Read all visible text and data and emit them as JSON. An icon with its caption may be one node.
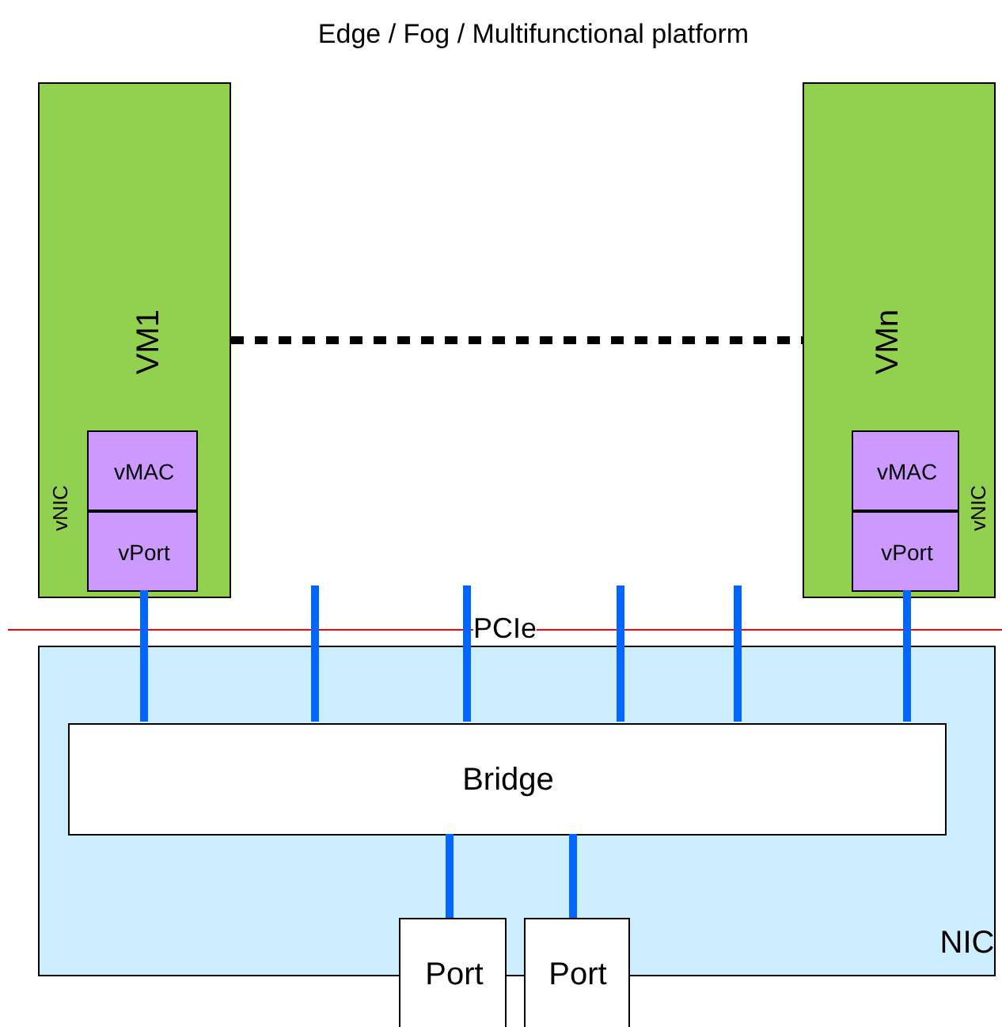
{
  "diagram": {
    "title": "Edge / Fog / Multifunctional platform",
    "nodes": [
      {
        "text": [
          "VM1",
          "vNIC"
        ]
      },
      {
        "text": [
          "vMAC"
        ],
        "in": 0
      },
      {
        "text": [
          "vPort"
        ],
        "in": 0
      },
      {
        "text": [
          "VMn",
          "vNIC"
        ]
      },
      {
        "text": [
          "vMAC"
        ],
        "in": 3
      },
      {
        "text": [
          "vPort"
        ],
        "in": 3
      },
      {
        "text": [
          "NIC"
        ]
      },
      {
        "text": [
          "Bridge"
        ],
        "in": 6
      },
      {
        "text": [
          "Port"
        ]
      },
      {
        "text": [
          "Port"
        ]
      }
    ],
    "edges": [
      {
        "from": 0,
        "to": 3,
        "arrow": "none",
        "style": "dashed",
        "color": "#000000"
      },
      {
        "from": 2,
        "to": 7,
        "arrow": "none"
      },
      {
        "from": null,
        "to": 7,
        "arrow": "none"
      },
      {
        "from": null,
        "to": 7,
        "arrow": "none"
      },
      {
        "from": null,
        "to": 7,
        "arrow": "none"
      },
      {
        "from": null,
        "to": 7,
        "arrow": "none"
      },
      {
        "from": 5,
        "to": 7,
        "arrow": "none"
      },
      {
        "from": 7,
        "to": 8,
        "arrow": "none"
      },
      {
        "from": 7,
        "to": 9,
        "arrow": "none"
      }
    ],
    "labels": [
      "PCIe"
    ]
  }
}
